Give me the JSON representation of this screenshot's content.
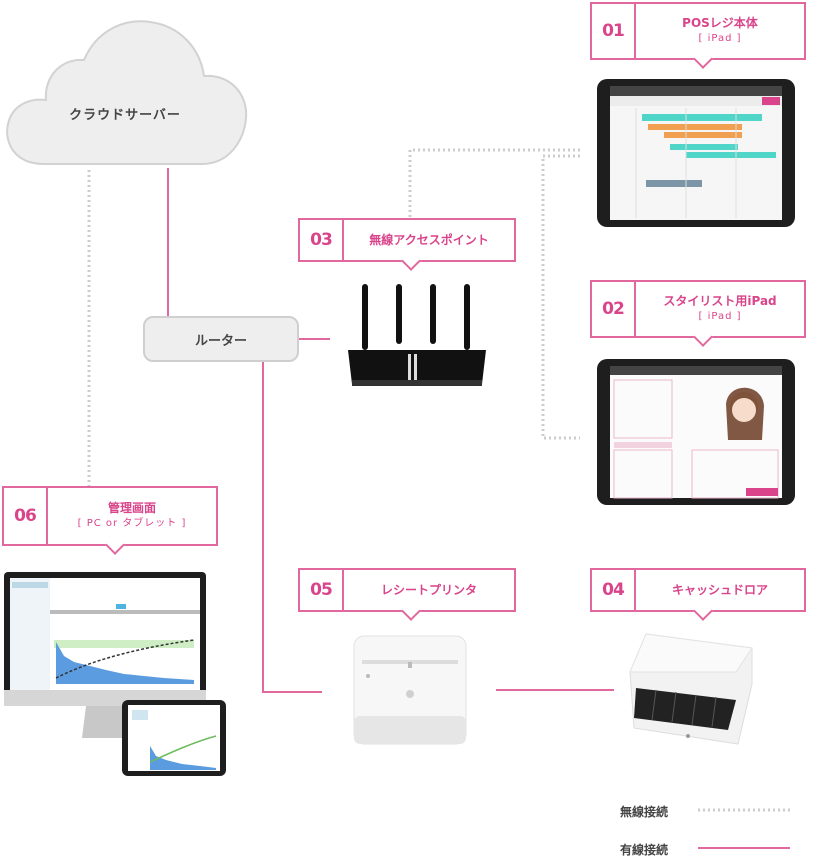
{
  "cloud": {
    "label": "クラウドサーバー"
  },
  "router": {
    "label": "ルーター"
  },
  "nodes": [
    {
      "num": "01",
      "title": "POSレジ本体",
      "sub": "[ iPad ]"
    },
    {
      "num": "02",
      "title": "スタイリスト用iPad",
      "sub": "[ iPad ]"
    },
    {
      "num": "03",
      "title": "無線アクセスポイント",
      "sub": ""
    },
    {
      "num": "04",
      "title": "キャッシュドロア",
      "sub": ""
    },
    {
      "num": "05",
      "title": "レシートプリンタ",
      "sub": ""
    },
    {
      "num": "06",
      "title": "管理画面",
      "sub": "[ PC or タブレット ]"
    }
  ],
  "legend": {
    "wireless": "無線接続",
    "wired": "有線接続"
  },
  "colors": {
    "accent": "#e0689e",
    "dotted": "#cccccc",
    "cloud": "#eeeeee"
  }
}
